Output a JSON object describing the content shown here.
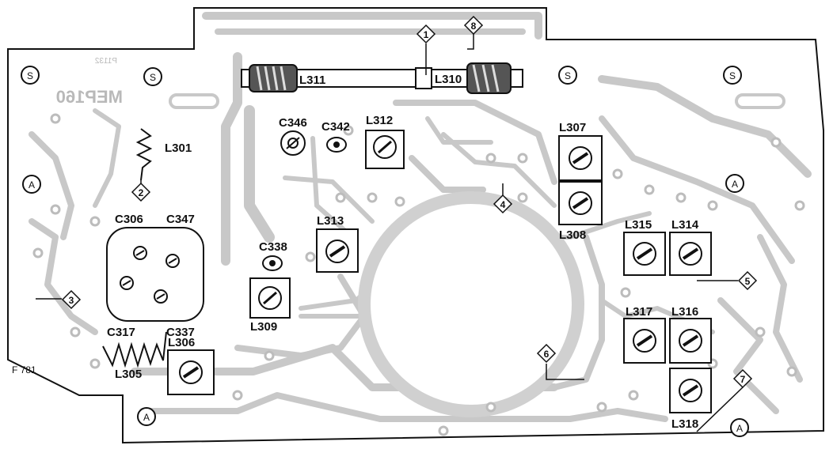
{
  "board": {
    "corner_code": "F 781",
    "mirror_code": "MEP160",
    "mirror_small": "P1132"
  },
  "components": [
    {
      "id": "l311",
      "label": "L311"
    },
    {
      "id": "l310",
      "label": "L310"
    },
    {
      "id": "l301",
      "label": "L301"
    },
    {
      "id": "c346",
      "label": "C346"
    },
    {
      "id": "c342",
      "label": "C342"
    },
    {
      "id": "l312",
      "label": "L312"
    },
    {
      "id": "l307",
      "label": "L307"
    },
    {
      "id": "l308",
      "label": "L308"
    },
    {
      "id": "c306",
      "label": "C306"
    },
    {
      "id": "c347",
      "label": "C347"
    },
    {
      "id": "l313",
      "label": "L313"
    },
    {
      "id": "c338",
      "label": "C338"
    },
    {
      "id": "l309",
      "label": "L309"
    },
    {
      "id": "l315",
      "label": "L315"
    },
    {
      "id": "l314",
      "label": "L314"
    },
    {
      "id": "c317",
      "label": "C317"
    },
    {
      "id": "c337",
      "label": "C337"
    },
    {
      "id": "l306",
      "label": "L306"
    },
    {
      "id": "l305",
      "label": "L305"
    },
    {
      "id": "l317",
      "label": "L317"
    },
    {
      "id": "l316",
      "label": "L316"
    },
    {
      "id": "l318",
      "label": "L318"
    }
  ],
  "test_points": [
    "1",
    "2",
    "3",
    "4",
    "5",
    "6",
    "7",
    "8"
  ],
  "markers": {
    "s": "S",
    "a": "A"
  }
}
